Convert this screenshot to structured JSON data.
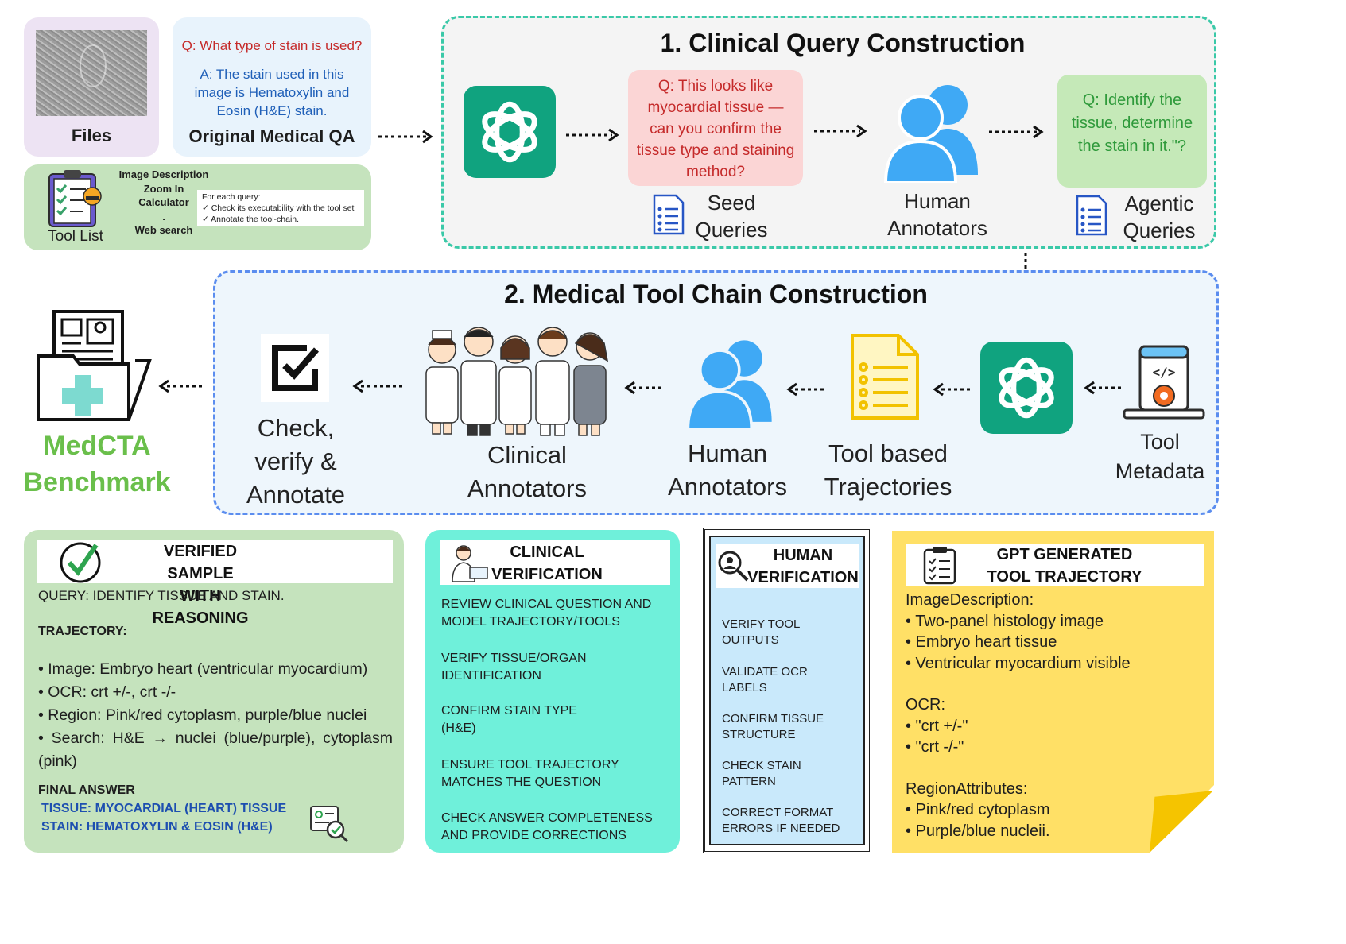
{
  "top_left": {
    "files_label": "Files",
    "qa_question": "Q: What type of stain is used?",
    "qa_answer": "A: The stain used in this image is Hematoxylin and Eosin (H&E) stain.",
    "qa_label": "Original Medical QA",
    "tool_list_label": "Tool List",
    "tools": [
      "Image Description",
      "Zoom In",
      "Calculator",
      ".",
      "Web search"
    ],
    "query_note_title": "For each query:",
    "query_note_items": [
      "Check its executability with the tool set",
      "Annotate the tool-chain."
    ]
  },
  "section1": {
    "title": "1. Clinical Query Construction",
    "seed_query": "Q: This looks like myocardial tissue — can you confirm the tissue type and staining method?",
    "seed_label": "Seed Queries",
    "annotators_label": "Human Annotators",
    "agentic_query": "Q: Identify the tissue, determine the stain in it.\"?",
    "agentic_label": "Agentic Queries"
  },
  "section2": {
    "title": "2. Medical Tool Chain Construction",
    "metadata_label": "Tool Metadata",
    "trajectories_label": "Tool based Trajectories",
    "human_label": "Human Annotators",
    "clinical_label": "Clinical Annotators",
    "check_label": "Check, verify & Annotate"
  },
  "benchmark": {
    "line1": "MedCTA",
    "line2": "Benchmark"
  },
  "verified": {
    "title_line1": "VERIFIED SAMPLE",
    "title_line2": "WITH REASONING",
    "query": "QUERY: IDENTIFY TISSUE AND STAIN.",
    "trajectory_heading": "TRAJECTORY:",
    "trajectory_items": [
      "• Image: Embryo heart (ventricular myocardium)",
      "• OCR: crt +/-, crt -/-",
      "• Region: Pink/red cytoplasm, purple/blue nuclei",
      "• Search: H&E → nuclei (blue/purple), cytoplasm (pink)"
    ],
    "final_heading": "FINAL ANSWER",
    "final_tissue": "TISSUE: MYOCARDIAL (HEART) TISSUE",
    "final_stain": "STAIN: HEMATOXYLIN & EOSIN (H&E)"
  },
  "clinical_verification": {
    "title_line1": "CLINICAL",
    "title_line2": "VERIFICATION",
    "items": [
      "REVIEW CLINICAL QUESTION AND MODEL TRAJECTORY/TOOLS",
      "VERIFY TISSUE/ORGAN IDENTIFICATION",
      "CONFIRM STAIN TYPE (H&E)",
      "ENSURE TOOL TRAJECTORY MATCHES THE QUESTION",
      "CHECK ANSWER  COMPLETENESS AND  PROVIDE CORRECTIONS"
    ]
  },
  "human_verification": {
    "title_line1": "HUMAN",
    "title_line2": "VERIFICATION",
    "items": [
      "VERIFY TOOL OUTPUTS",
      "VALIDATE OCR LABELS",
      "CONFIRM TISSUE STRUCTURE",
      "CHECK STAIN PATTERN",
      "CORRECT FORMAT ERRORS IF NEEDED"
    ]
  },
  "gpt_trajectory": {
    "title_line1": "GPT GENERATED",
    "title_line2": "TOOL TRAJECTORY",
    "image_heading": "ImageDescription:",
    "image_items": [
      "• Two-panel histology image",
      "• Embryo heart tissue",
      "• Ventricular myocardium visible"
    ],
    "ocr_heading": "OCR:",
    "ocr_items": [
      "• \"crt +/-\"",
      "• \"crt -/-\""
    ],
    "region_heading": "RegionAttributes:",
    "region_items": [
      "• Pink/red cytoplasm",
      "• Purple/blue nucleii."
    ]
  },
  "colors": {
    "green_box": "#c5e3bd",
    "teal_box": "#6ff0da",
    "blue_box": "#c9e9fb",
    "yellow_box": "#ffe066",
    "gpt_green": "#10a37f",
    "person_blue": "#3fa9f5",
    "benchmark_green": "#6abf4b",
    "section1_border": "#3ac9a8",
    "section2_border": "#5b8def"
  }
}
